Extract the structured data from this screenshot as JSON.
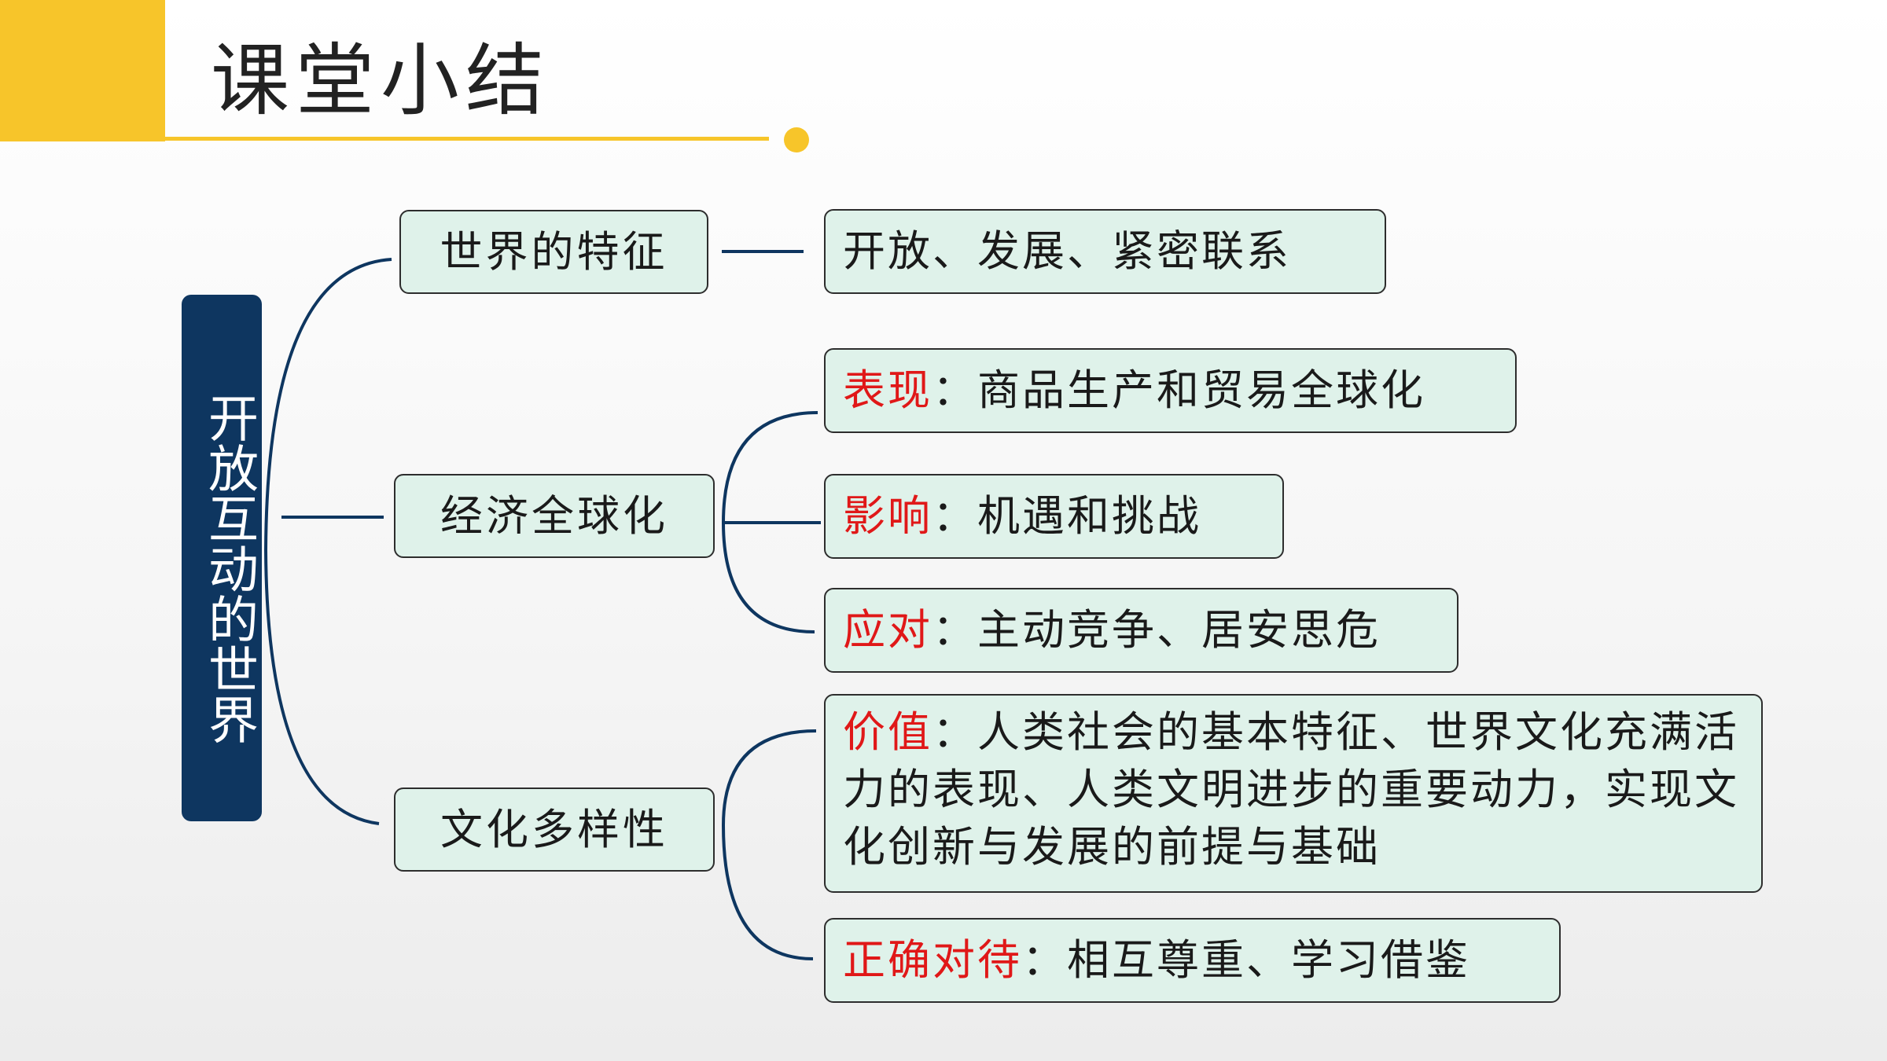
{
  "title": "课堂小结",
  "root": {
    "label": "开放互动的世界"
  },
  "colors": {
    "accent_yellow": "#f7c52a",
    "root_blue": "#0e3660",
    "box_fill": "#dff2ea",
    "connector": "#0e3660",
    "keyword_red": "#e01818"
  },
  "branches": [
    {
      "label": "世界的特征",
      "children": [
        {
          "keyword": "",
          "text": "开放、发展、紧密联系"
        }
      ]
    },
    {
      "label": "经济全球化",
      "children": [
        {
          "keyword": "表现",
          "text": "：商品生产和贸易全球化"
        },
        {
          "keyword": "影响",
          "text": "：机遇和挑战"
        },
        {
          "keyword": "应对",
          "text": "：主动竞争、居安思危"
        }
      ]
    },
    {
      "label": "文化多样性",
      "children": [
        {
          "keyword": "价值",
          "text": "：人类社会的基本特征、世界文化充满活力的表现、人类文明进步的重要动力，实现文化创新与发展的前提与基础"
        },
        {
          "keyword": "正确对待",
          "text": "：相互尊重、学习借鉴"
        }
      ]
    }
  ]
}
